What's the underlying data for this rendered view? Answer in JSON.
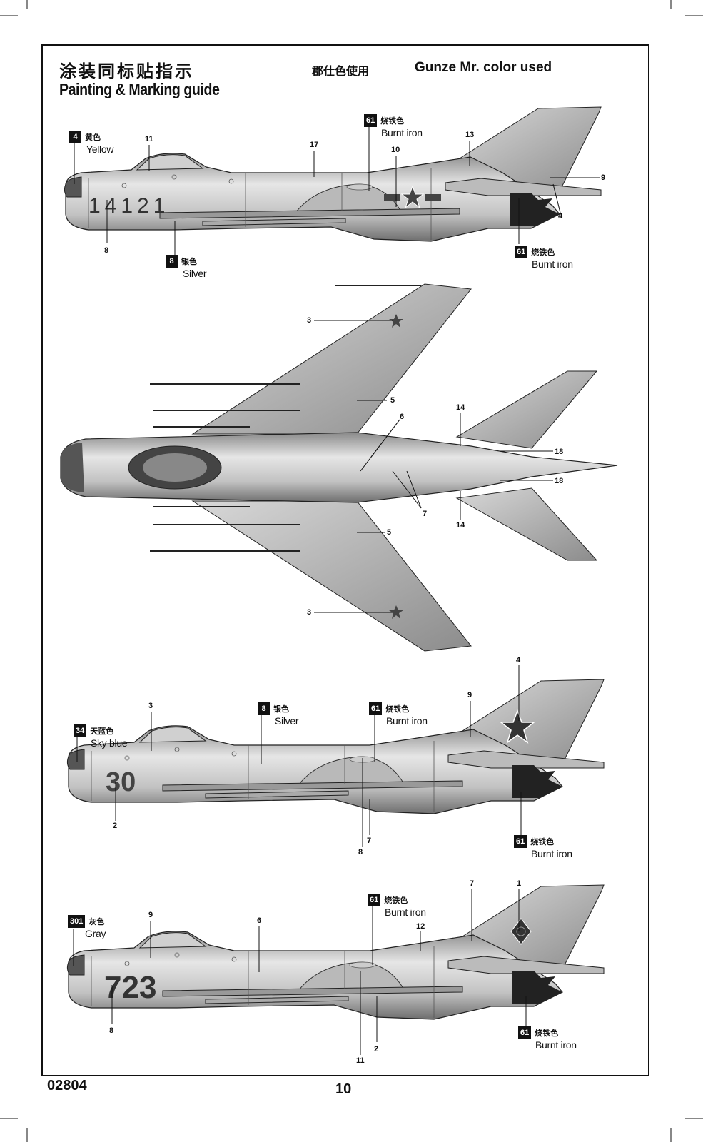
{
  "header": {
    "title_cn": "涂装同标贴指示",
    "title_en": "Painting & Marking guide",
    "gunze_cn": "郡仕色使用",
    "gunze_en": "Gunze Mr. color used"
  },
  "colors": {
    "yellow": {
      "code": "4",
      "cn": "黄色",
      "en": "Yellow"
    },
    "silver": {
      "code": "8",
      "cn": "银色",
      "en": "Silver"
    },
    "burnt_iron": {
      "code": "61",
      "cn": "烧铁色",
      "en": "Burnt iron"
    },
    "sky_blue": {
      "code": "34",
      "cn": "天蓝色",
      "en": "Sky blue"
    },
    "gray": {
      "code": "301",
      "cn": "灰色",
      "en": "Gray"
    }
  },
  "profile1": {
    "serial": "14121",
    "refs": [
      "11",
      "17",
      "10",
      "13",
      "9",
      "4",
      "8"
    ]
  },
  "topview": {
    "refs": [
      "3",
      "5",
      "6",
      "14",
      "18",
      "18",
      "7",
      "14",
      "5",
      "3"
    ]
  },
  "profile3": {
    "serial": "30",
    "refs": [
      "3",
      "4",
      "9",
      "2",
      "7",
      "8"
    ]
  },
  "profile4": {
    "serial": "723",
    "refs": [
      "9",
      "6",
      "7",
      "1",
      "12",
      "8",
      "2",
      "11"
    ]
  },
  "footer": {
    "code": "02804",
    "page": "10"
  }
}
